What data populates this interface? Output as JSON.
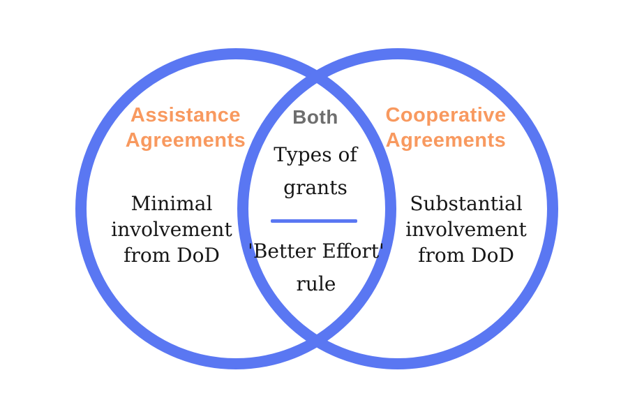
{
  "colors": {
    "background": "#FFFFFF",
    "circle_stroke": "#5A77F2",
    "title_orange": "#F8995F",
    "overlap_heading_gray": "#6E6E6E",
    "body_text": "#161616",
    "divider_blue": "#5A77F2"
  },
  "venn": {
    "left_circle": {
      "title_lines": [
        "Assistance",
        "Agreements"
      ],
      "body_lines": [
        "Minimal",
        "involvement",
        "from DoD"
      ]
    },
    "right_circle": {
      "title_lines": [
        "Cooperative",
        "Agreements"
      ],
      "body_lines": [
        "Substantial",
        "involvement",
        "from DoD"
      ]
    },
    "overlap": {
      "heading": "Both",
      "item_top_lines": [
        "Types of",
        "grants"
      ],
      "item_bottom_lines": [
        "'Better Effort'",
        "rule"
      ]
    }
  }
}
